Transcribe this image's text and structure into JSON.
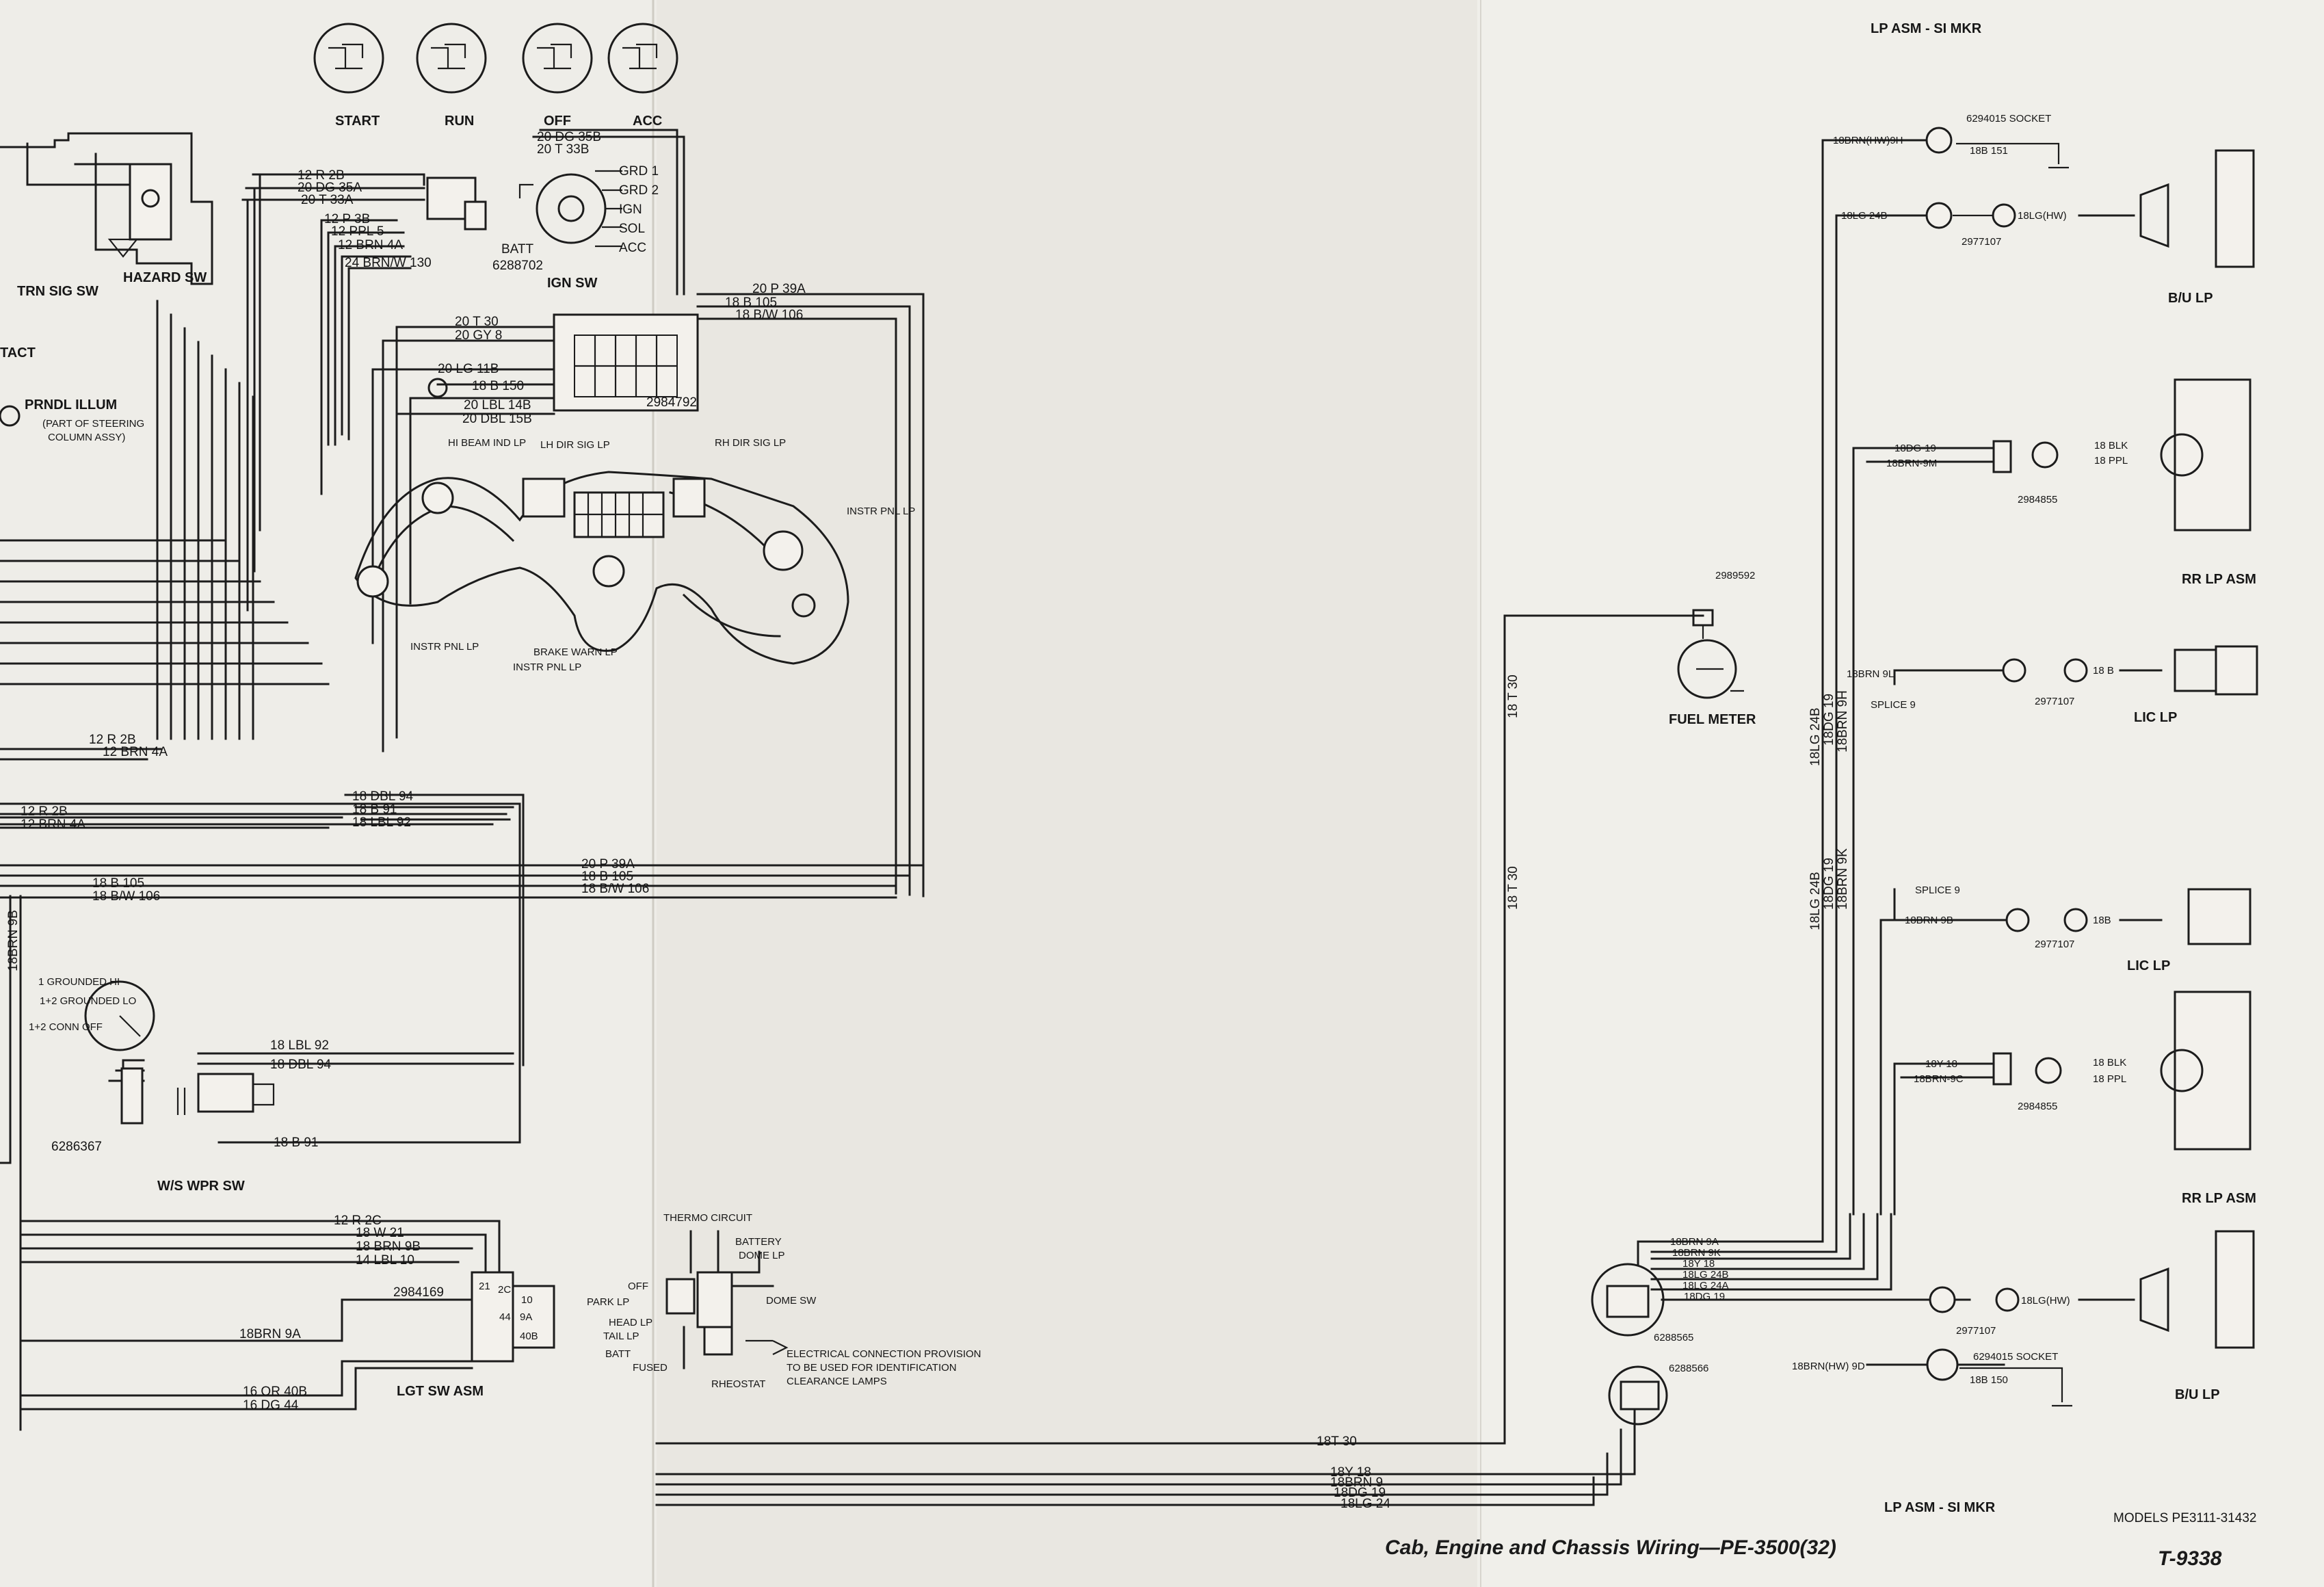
{
  "title": "Cab, Engine and Chassis Wiring—PE-3500(32)",
  "drawing_number": "T-9338",
  "models_note": "MODELS PE3111-31432",
  "ignition_switch": {
    "positions": [
      "START",
      "RUN",
      "OFF",
      "ACC"
    ],
    "label": "IGN SW",
    "terminals": [
      "GRD 1",
      "GRD 2",
      "IGN",
      "SOL",
      "ACC"
    ],
    "batt": "BATT",
    "part": "6288702",
    "wires": [
      "20 DG 35B",
      "20 T 33B"
    ]
  },
  "turn_signal": {
    "label": "TRN SIG SW",
    "hazard": "HAZARD SW",
    "wires": [
      "12 R 2B",
      "20 DG 35A",
      "20 T 33A",
      "12 P 3B",
      "12 PPL 5",
      "12 BRN 4A",
      "24 BRN/W 130"
    ]
  },
  "misc_labels": {
    "tact": "TACT",
    "prndl": "PRNDL ILLUM",
    "prndl_note_1": "(PART OF STEERING",
    "prndl_note_2": "COLUMN ASSY)"
  },
  "cluster": {
    "connector_part": "2984792",
    "left_wires": [
      "20 T 30",
      "20 GY 8",
      "20 LG 11B",
      "18 B 150",
      "20 LBL 14B",
      "20 DBL 15B"
    ],
    "right_wires": [
      "20 P 39A",
      "18 B 105",
      "18 B/W 106"
    ],
    "lamps": [
      "HI BEAM IND LP",
      "LH DIR SIG LP",
      "RH DIR SIG LP",
      "INSTR PNL LP",
      "INSTR PNL LP",
      "BRAKE WARN LP",
      "INSTR PNL LP"
    ]
  },
  "left_wires": {
    "r2b_a": "12 R 2B",
    "brn4a_a": "12 BRN 4A",
    "r2b_b": "12 R 2B",
    "brn4a_b": "12 BRN 4A",
    "dbl94": "18 DBL 94",
    "b91": "18 B 91",
    "lbl92": "18 LBL 92",
    "p39a": "20 P 39A",
    "b105a": "18 B 105",
    "bw106a": "18 B/W 106",
    "b105b": "18 B 105",
    "bw106b": "18 B/W 106",
    "brn9b": "18BRN 9B"
  },
  "wiper": {
    "label": "W/S WPR SW",
    "part": "6286367",
    "positions": [
      "1 GROUNDED HI",
      "1+2 GROUNDED LO",
      "1+2 CONN OFF"
    ],
    "wires": [
      "18 LBL 92",
      "18 DBL 94",
      "18 B 91"
    ]
  },
  "light_switch": {
    "label": "LGT SW ASM",
    "part": "2984169",
    "wires": [
      "12 R 2C",
      "18 W 21",
      "18 BRN 9B",
      "14 LBL 10",
      "18BRN 9A",
      "16 OR 40B",
      "16 DG 44"
    ],
    "cavities": [
      "21",
      "2C",
      "10",
      "44",
      "9A",
      "40B"
    ]
  },
  "thermo_circuit": {
    "title": "THERMO CIRCUIT",
    "labels": [
      "BATTERY",
      "DOME LP",
      "DOME SW",
      "OFF",
      "PARK LP",
      "HEAD LP",
      "TAIL LP",
      "BATT",
      "FUSED",
      "RHEOSTAT"
    ],
    "note_1": "ELECTRICAL CONNECTION PROVISION",
    "note_2": "TO BE USED FOR IDENTIFICATION",
    "note_3": "CLEARANCE LAMPS"
  },
  "fuel": {
    "label": "FUEL METER",
    "part": "2989592",
    "wire_upper": "18 T 30",
    "wire_lower": "18 T 30"
  },
  "harness_bottom": [
    "18T 30",
    "18Y 18",
    "18BRN 9",
    "18DG 19",
    "18LG 24"
  ],
  "rear": {
    "top_label": "LP ASM - SI MKR",
    "bottom_label": "LP ASM - SI MKR",
    "socket_top": "6294015 SOCKET",
    "socket_bottom": "6294015 SOCKET",
    "bu_top": [
      "18BRN(HW)9H",
      "18B 151",
      "18LG 24B",
      "2977107",
      "18LG(HW)",
      "B/U LP"
    ],
    "rr_top": [
      "18DG-19",
      "18BRN-9M",
      "2984855",
      "18 BLK",
      "18 PPL",
      "RR LP ASM"
    ],
    "lic_top": [
      "18BRN 9L",
      "SPLICE 9",
      "2977107",
      "18 B",
      "LIC LP"
    ],
    "vertical": [
      "18LG 24B",
      "18DG 19",
      "18BRN 9H",
      "18LG 24B",
      "18DG 19",
      "18BRN 9K"
    ],
    "lic_bottom": [
      "SPLICE 9",
      "18BRN 9B",
      "2977107",
      "18B",
      "LIC LP"
    ],
    "rr_bottom": [
      "18Y-18",
      "18BRN-9C",
      "2984855",
      "18 BLK",
      "18 PPL",
      "RR LP ASM"
    ],
    "connector_wires": [
      "18BRN 9A",
      "18BRN 9K",
      "18Y 18",
      "18LG 24B",
      "18LG 24A",
      "18DG 19"
    ],
    "connector_parts": [
      "6288565",
      "6288566"
    ],
    "bu_bottom": [
      "2977107",
      "18LG(HW)",
      "18BRN(HW) 9D",
      "18B 150",
      "B/U LP"
    ]
  }
}
